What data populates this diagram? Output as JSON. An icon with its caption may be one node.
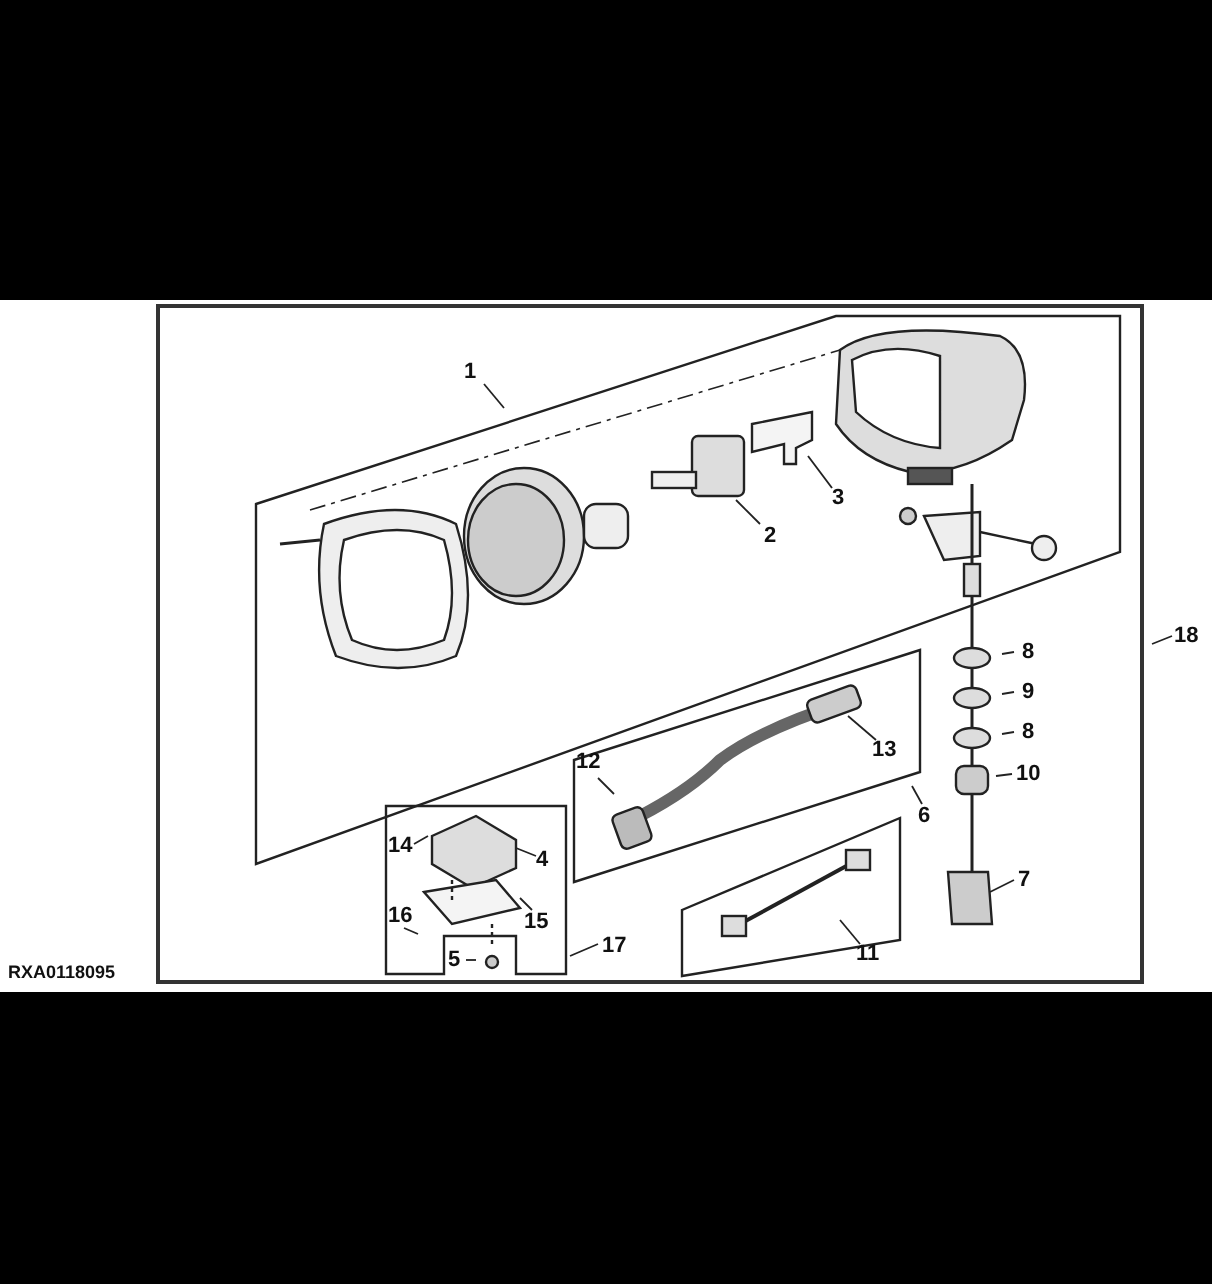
{
  "diagram": {
    "nodes": [
      {
        "text": [
          "1"
        ]
      },
      {
        "text": [
          "2"
        ]
      },
      {
        "text": [
          "3"
        ]
      },
      {
        "text": [
          "8"
        ]
      },
      {
        "text": [
          "18"
        ]
      },
      {
        "text": [
          "9"
        ]
      },
      {
        "text": [
          "8"
        ]
      },
      {
        "text": [
          "13"
        ]
      },
      {
        "text": [
          "12"
        ]
      },
      {
        "text": [
          "10"
        ]
      },
      {
        "text": [
          "6"
        ]
      },
      {
        "text": [
          "14"
        ]
      },
      {
        "text": [
          "4"
        ]
      },
      {
        "text": [
          "7"
        ]
      },
      {
        "text": [
          "16"
        ]
      },
      {
        "text": [
          "15"
        ]
      },
      {
        "text": [
          "17"
        ]
      },
      {
        "text": [
          "11"
        ]
      },
      {
        "text": [
          "5"
        ]
      }
    ],
    "edges": [
      {
        "from": 0,
        "to": null,
        "arrow": "none"
      },
      {
        "from": 1,
        "to": null,
        "arrow": "none"
      },
      {
        "from": 2,
        "to": null,
        "arrow": "none"
      },
      {
        "from": 3,
        "to": null,
        "arrow": "none"
      },
      {
        "from": 4,
        "to": null,
        "arrow": "none"
      },
      {
        "from": 5,
        "to": null,
        "arrow": "none"
      },
      {
        "from": 6,
        "to": null,
        "arrow": "none"
      },
      {
        "from": 7,
        "to": null,
        "arrow": "none"
      },
      {
        "from": 8,
        "to": null,
        "arrow": "none"
      },
      {
        "from": 9,
        "to": null,
        "arrow": "none"
      },
      {
        "from": 10,
        "to": null,
        "arrow": "none"
      },
      {
        "from": 11,
        "to": null,
        "arrow": "none"
      },
      {
        "from": 12,
        "to": null,
        "arrow": "none"
      },
      {
        "from": 13,
        "to": null,
        "arrow": "none"
      },
      {
        "from": 14,
        "to": null,
        "arrow": "none"
      },
      {
        "from": 15,
        "to": null,
        "arrow": "none"
      },
      {
        "from": 16,
        "to": null,
        "arrow": "none"
      },
      {
        "from": 17,
        "to": null,
        "arrow": "none"
      },
      {
        "from": 18,
        "to": null,
        "arrow": "none"
      }
    ],
    "labels": [
      "RXA0118095"
    ]
  }
}
